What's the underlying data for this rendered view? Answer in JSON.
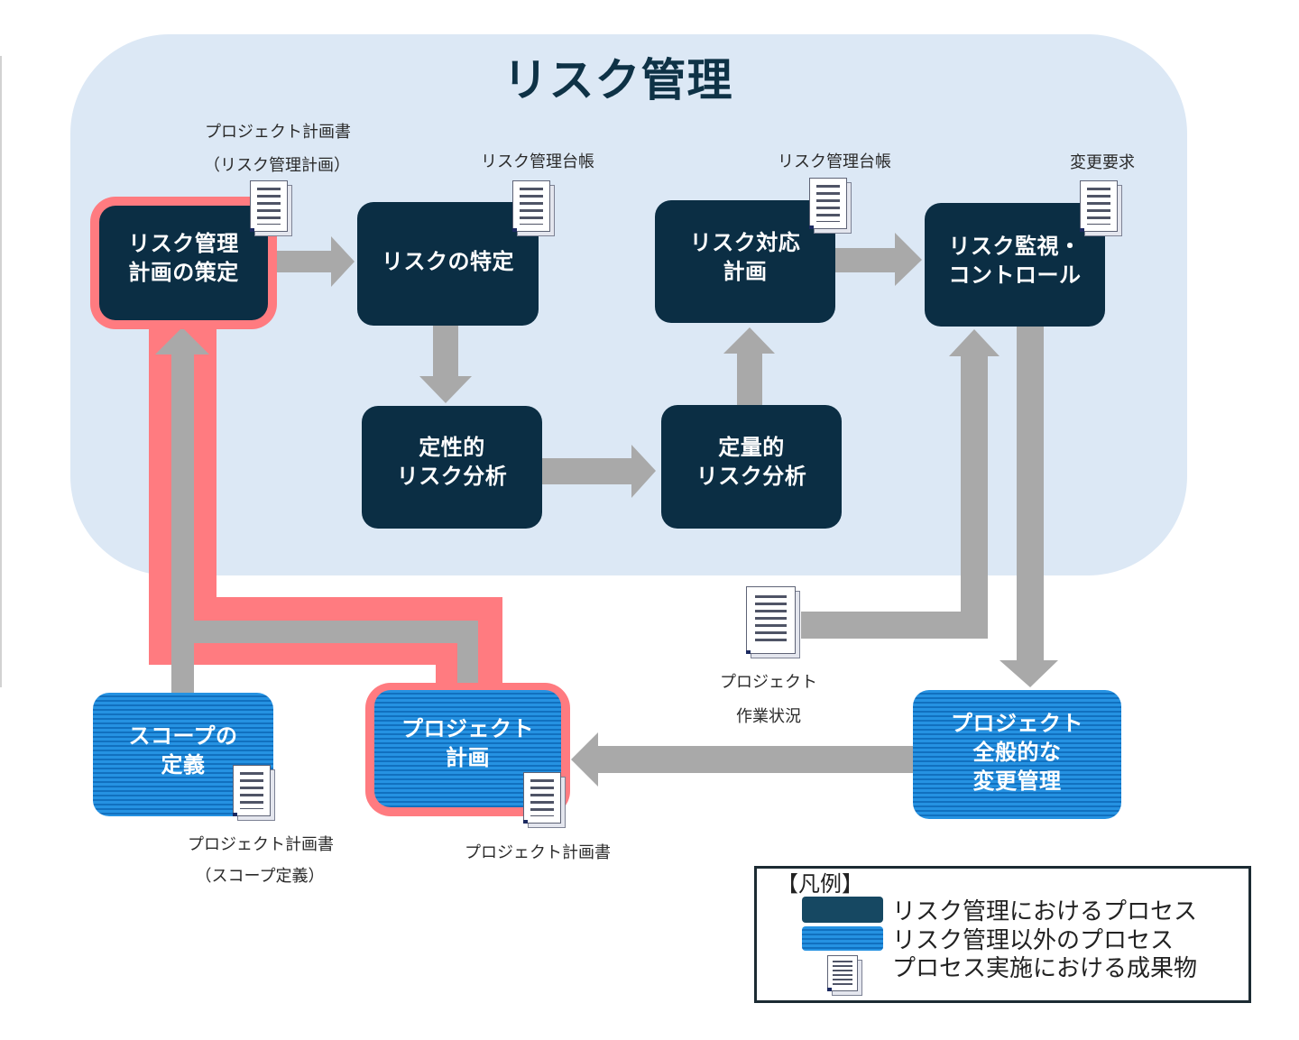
{
  "diagram": {
    "title": "リスク管理",
    "colors": {
      "panel_background": "#dce8f5",
      "risk_process": "#0b2e44",
      "other_process": "#2592e2",
      "highlight": "#ff7b80",
      "arrow": "#a9a9a9"
    },
    "risk_processes": {
      "plan": {
        "lines": [
          "リスク管理",
          "計画の策定"
        ],
        "highlighted": true
      },
      "identify": {
        "lines": [
          "リスクの特定"
        ]
      },
      "response": {
        "lines": [
          "リスク対応",
          "計画"
        ]
      },
      "qualitative": {
        "lines": [
          "定性的",
          "リスク分析"
        ]
      },
      "quantitative": {
        "lines": [
          "定量的",
          "リスク分析"
        ]
      },
      "monitor": {
        "lines": [
          "リスク監視・",
          "コントロール"
        ]
      }
    },
    "other_processes": {
      "scope": {
        "lines": [
          "スコープの",
          "定義"
        ]
      },
      "project_plan": {
        "lines": [
          "プロジェクト",
          "計画"
        ],
        "highlighted": true
      },
      "change_control": {
        "lines": [
          "プロジェクト",
          "全般的な",
          "変更管理"
        ]
      }
    },
    "artifacts": {
      "risk_plan_doc": {
        "lines": [
          "プロジェクト計画書",
          "（リスク管理計画）"
        ]
      },
      "risk_register_1": {
        "lines": [
          "リスク管理台帳"
        ]
      },
      "risk_register_2": {
        "lines": [
          "リスク管理台帳"
        ]
      },
      "change_request": {
        "lines": [
          "変更要求"
        ]
      },
      "work_status": {
        "lines": [
          "プロジェクト",
          "作業状況"
        ]
      },
      "scope_doc": {
        "lines": [
          "プロジェクト計画書",
          "（スコープ定義）"
        ]
      },
      "project_plan_doc": {
        "lines": [
          "プロジェクト計画書"
        ]
      }
    },
    "flows": [
      {
        "from": "plan",
        "to": "identify"
      },
      {
        "from": "identify",
        "to": "qualitative"
      },
      {
        "from": "qualitative",
        "to": "quantitative"
      },
      {
        "from": "quantitative",
        "to": "response"
      },
      {
        "from": "response",
        "to": "monitor"
      },
      {
        "from": "work_status",
        "to": "monitor"
      },
      {
        "from": "monitor",
        "to": "change_control"
      },
      {
        "from": "change_control",
        "to": "project_plan"
      },
      {
        "from": "scope",
        "to": "plan",
        "highlighted": true
      },
      {
        "from": "project_plan",
        "to": "plan",
        "highlighted": true
      }
    ]
  },
  "legend": {
    "title": "【凡例】",
    "items": [
      {
        "swatch": "risk-process",
        "label": "リスク管理におけるプロセス"
      },
      {
        "swatch": "other-process",
        "label": "リスク管理以外のプロセス"
      },
      {
        "swatch": "document-icon",
        "label": "プロセス実施における成果物"
      }
    ]
  }
}
